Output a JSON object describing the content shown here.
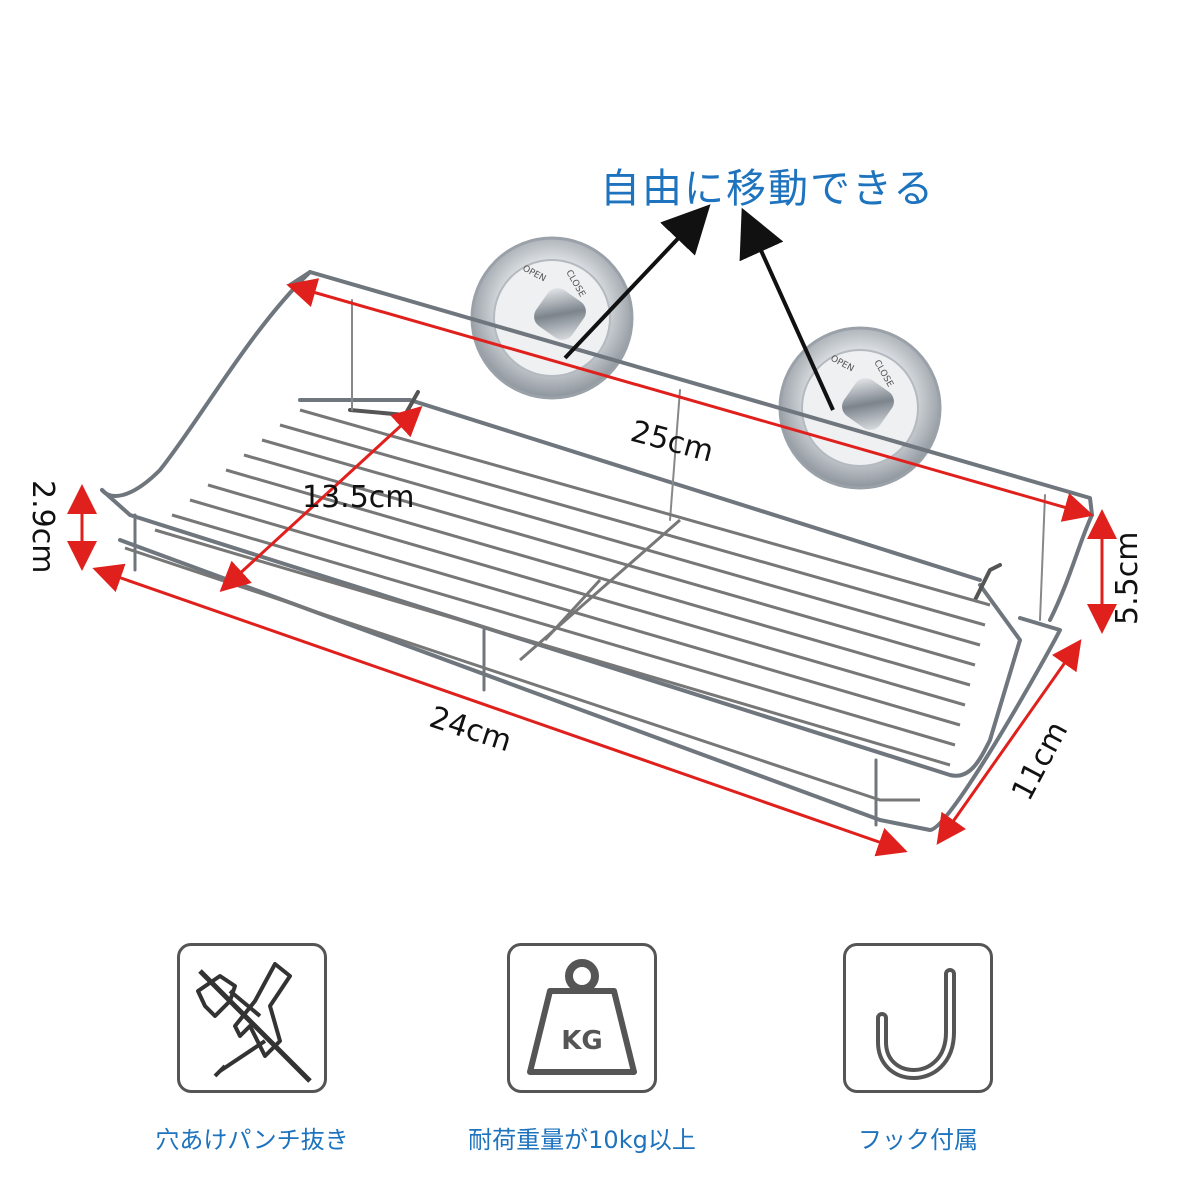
{
  "headline": "自由に移動できる",
  "dimensions": {
    "top_length": "25cm",
    "bottom_length": "24cm",
    "depth_inner": "13.5cm",
    "depth_outer": "11cm",
    "height_front": "2.9cm",
    "height_back": "5.5cm"
  },
  "suction_cup": {
    "open_label": "OPEN",
    "close_label": "CLOSE"
  },
  "features": [
    {
      "icon": "no-drill-icon",
      "label": "穴あけパンチ抜き"
    },
    {
      "icon": "weight-kg-icon",
      "label": "耐荷重量が10kg以上",
      "badge": "KG"
    },
    {
      "icon": "hook-icon",
      "label": "フック付属"
    }
  ],
  "colors": {
    "accent": "#1e73be",
    "dimension_line": "#e0201c",
    "outline": "#555555"
  }
}
